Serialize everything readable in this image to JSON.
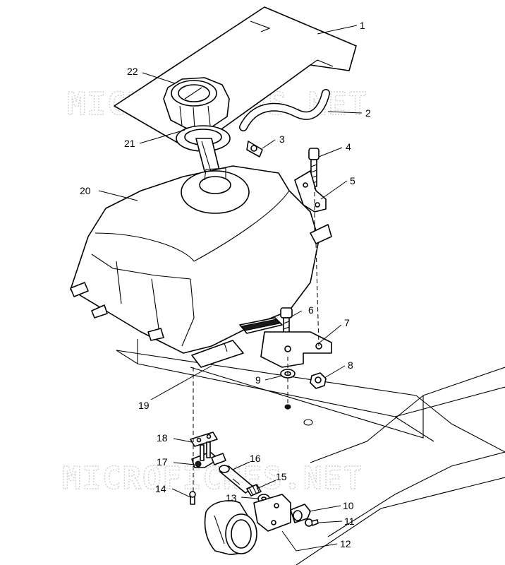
{
  "watermark": {
    "top": "MICROFICHES.NET",
    "bottom": "MICROFICHES.NET"
  },
  "callouts": [
    "1",
    "2",
    "3",
    "4",
    "5",
    "6",
    "7",
    "8",
    "9",
    "10",
    "11",
    "12",
    "13",
    "14",
    "15",
    "16",
    "17",
    "18",
    "19",
    "20",
    "21",
    "22"
  ]
}
